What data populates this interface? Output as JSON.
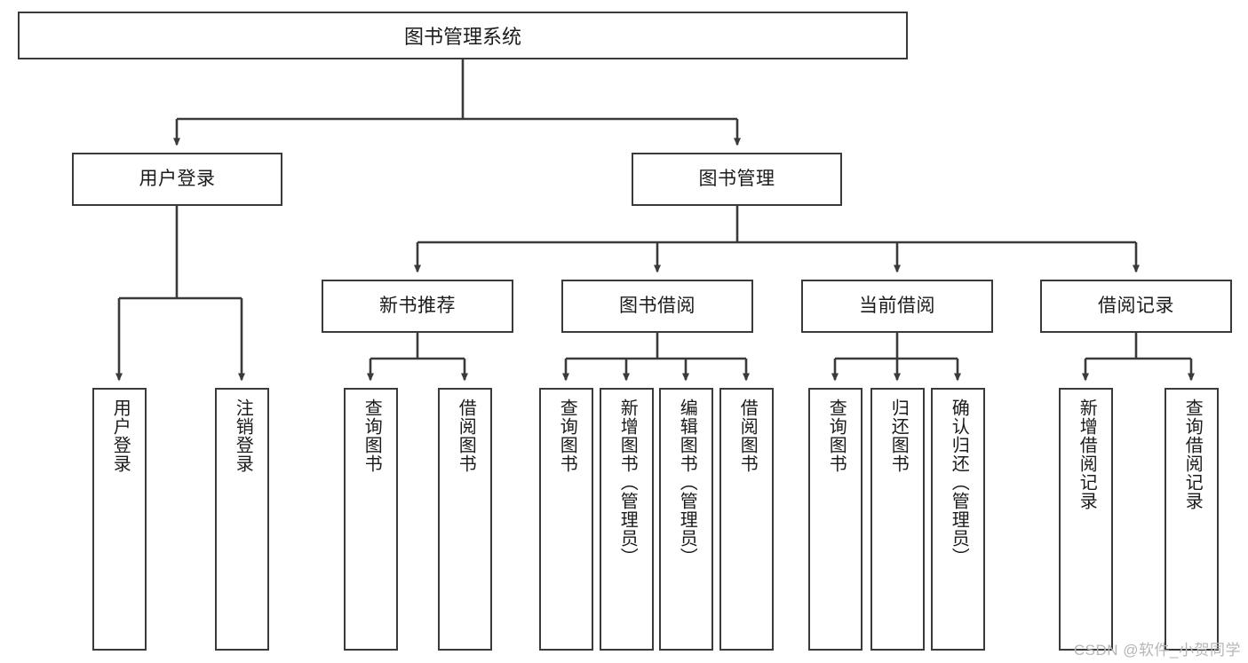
{
  "diagram": {
    "title": "图书管理系统",
    "type": "functional-structure-tree",
    "watermark": "CSDN @软件_小贺同学",
    "colors": {
      "box_border": "#3a3a3a",
      "box_fill": "#ffffff",
      "edge": "#3a3a3a",
      "text": "#1b1b1b",
      "watermark": "#b6b6b6",
      "background": "#ffffff"
    }
  },
  "nodes": {
    "root": {
      "label": "图书管理系统"
    },
    "level2": [
      {
        "label": "用户登录"
      },
      {
        "label": "图书管理"
      }
    ],
    "level3": [
      {
        "label": "新书推荐"
      },
      {
        "label": "图书借阅"
      },
      {
        "label": "当前借阅"
      },
      {
        "label": "借阅记录"
      }
    ],
    "leaves": {
      "user_login": [
        {
          "label": "用户登录"
        },
        {
          "label": "注销登录"
        }
      ],
      "new_book_recommend": [
        {
          "label": "查询图书"
        },
        {
          "label": "借阅图书"
        }
      ],
      "book_borrow": [
        {
          "label": "查询图书"
        },
        {
          "label": "新增图书（管理员）"
        },
        {
          "label": "编辑图书（管理员）"
        },
        {
          "label": "借阅图书"
        }
      ],
      "current_borrow": [
        {
          "label": "查询图书"
        },
        {
          "label": "归还图书"
        },
        {
          "label": "确认归还（管理员）"
        }
      ],
      "borrow_record": [
        {
          "label": "新增借阅记录"
        },
        {
          "label": "查询借阅记录"
        }
      ]
    }
  }
}
